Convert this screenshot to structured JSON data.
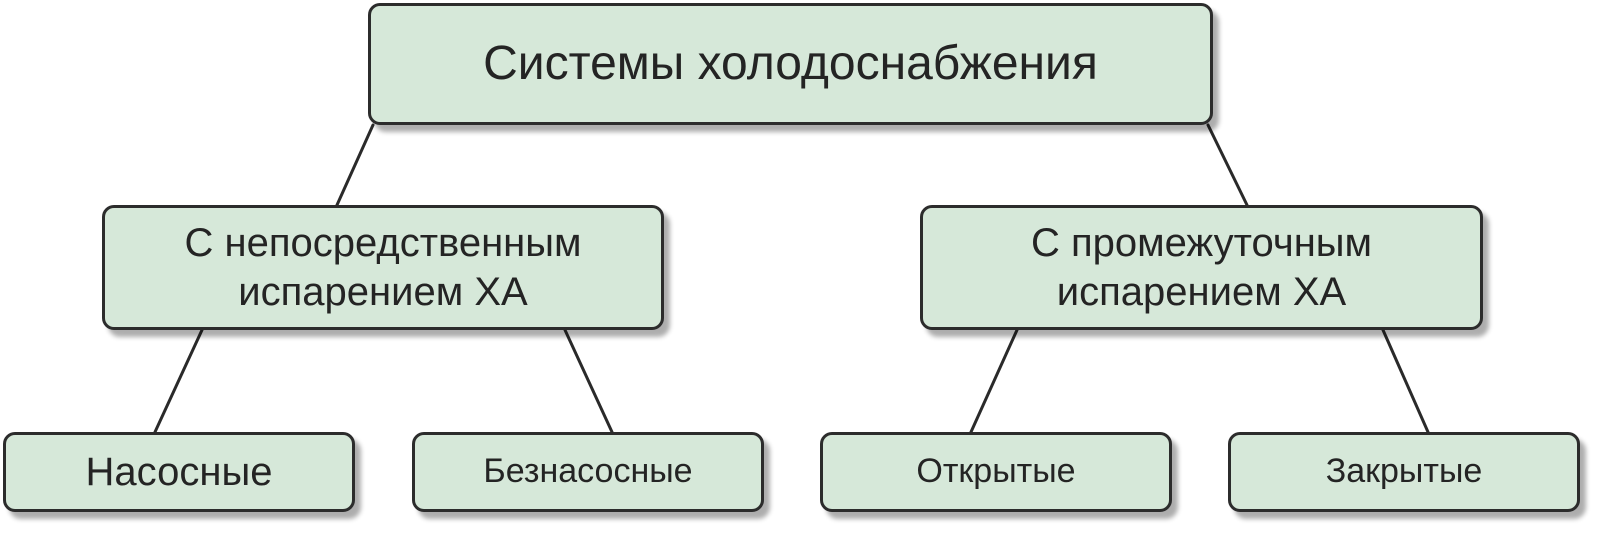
{
  "diagram": {
    "root": {
      "label": "Системы холодоснабжения"
    },
    "branches": [
      {
        "label": "С непосредственным\nиспарением ХА",
        "children": [
          {
            "label": "Насосные"
          },
          {
            "label": "Безнасосные"
          }
        ]
      },
      {
        "label": "С промежуточным\nиспарением ХА",
        "children": [
          {
            "label": "Открытые"
          },
          {
            "label": "Закрытые"
          }
        ]
      }
    ]
  },
  "colors": {
    "node_fill": "#d6e8d9",
    "node_border": "#2c2c2c",
    "connector": "#2a2a2a",
    "text": "#242424"
  }
}
